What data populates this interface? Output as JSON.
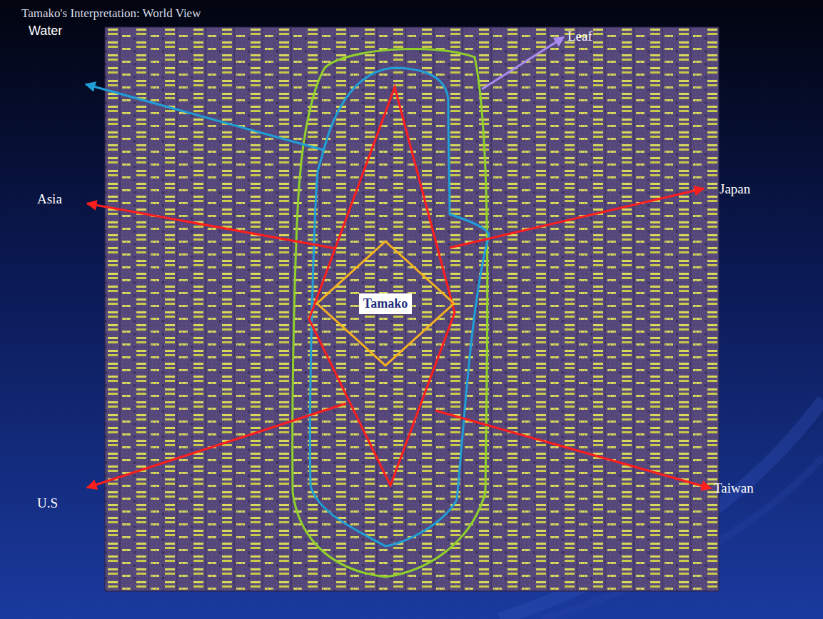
{
  "diagram": {
    "title": "Tamako's Interpretation: World View",
    "nodes": [
      {
        "text": [
          "Tamako"
        ]
      }
    ],
    "labels": [
      "Leaf",
      "Water",
      "Asia",
      "Japan",
      "U.S",
      "Taiwan"
    ]
  }
}
